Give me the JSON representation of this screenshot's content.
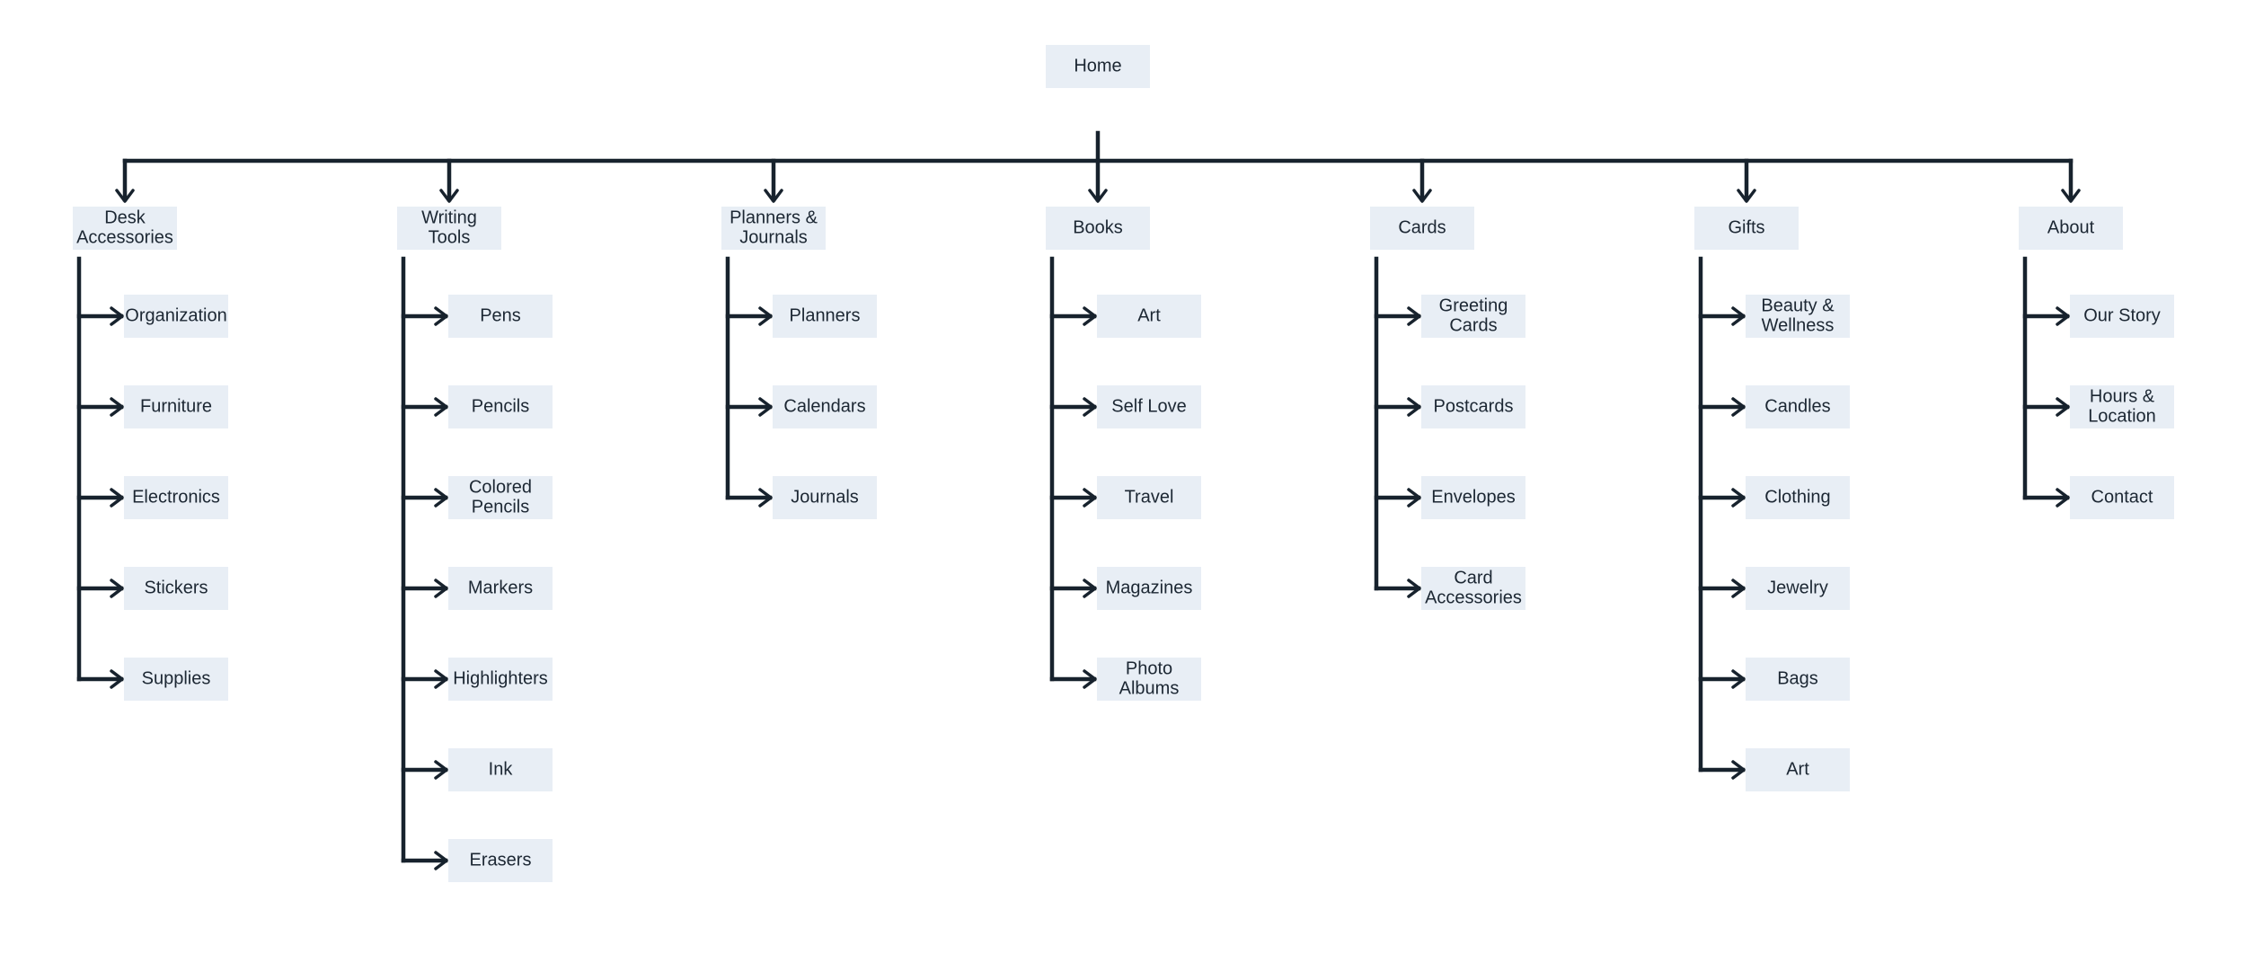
{
  "sitemap": {
    "root": "Home",
    "sections": [
      {
        "id": "desk-accessories",
        "title": [
          "Desk",
          "Accessories"
        ],
        "items": [
          [
            "Organization"
          ],
          [
            "Furniture"
          ],
          [
            "Electronics"
          ],
          [
            "Stickers"
          ],
          [
            "Supplies"
          ]
        ]
      },
      {
        "id": "writing-tools",
        "title": [
          "Writing",
          "Tools"
        ],
        "items": [
          [
            "Pens"
          ],
          [
            "Pencils"
          ],
          [
            "Colored",
            "Pencils"
          ],
          [
            "Markers"
          ],
          [
            "Highlighters"
          ],
          [
            "Ink"
          ],
          [
            "Erasers"
          ]
        ]
      },
      {
        "id": "planners-journals",
        "title": [
          "Planners &",
          "Journals"
        ],
        "items": [
          [
            "Planners"
          ],
          [
            "Calendars"
          ],
          [
            "Journals"
          ]
        ]
      },
      {
        "id": "books",
        "title": [
          "Books"
        ],
        "items": [
          [
            "Art"
          ],
          [
            "Self Love"
          ],
          [
            "Travel"
          ],
          [
            "Magazines"
          ],
          [
            "Photo",
            "Albums"
          ]
        ]
      },
      {
        "id": "cards",
        "title": [
          "Cards"
        ],
        "items": [
          [
            "Greeting",
            "Cards"
          ],
          [
            "Postcards"
          ],
          [
            "Envelopes"
          ],
          [
            "Card",
            "Accessories"
          ]
        ]
      },
      {
        "id": "gifts",
        "title": [
          "Gifts"
        ],
        "items": [
          [
            "Beauty &",
            "Wellness"
          ],
          [
            "Candles"
          ],
          [
            "Clothing"
          ],
          [
            "Jewelry"
          ],
          [
            "Bags"
          ],
          [
            "Art"
          ]
        ]
      },
      {
        "id": "about",
        "title": [
          "About"
        ],
        "items": [
          [
            "Our Story"
          ],
          [
            "Hours &",
            "Location"
          ],
          [
            "Contact"
          ]
        ]
      }
    ]
  },
  "colors": {
    "node_fill": "#e8eef5",
    "line": "#17222d",
    "text": "#1c2733"
  }
}
